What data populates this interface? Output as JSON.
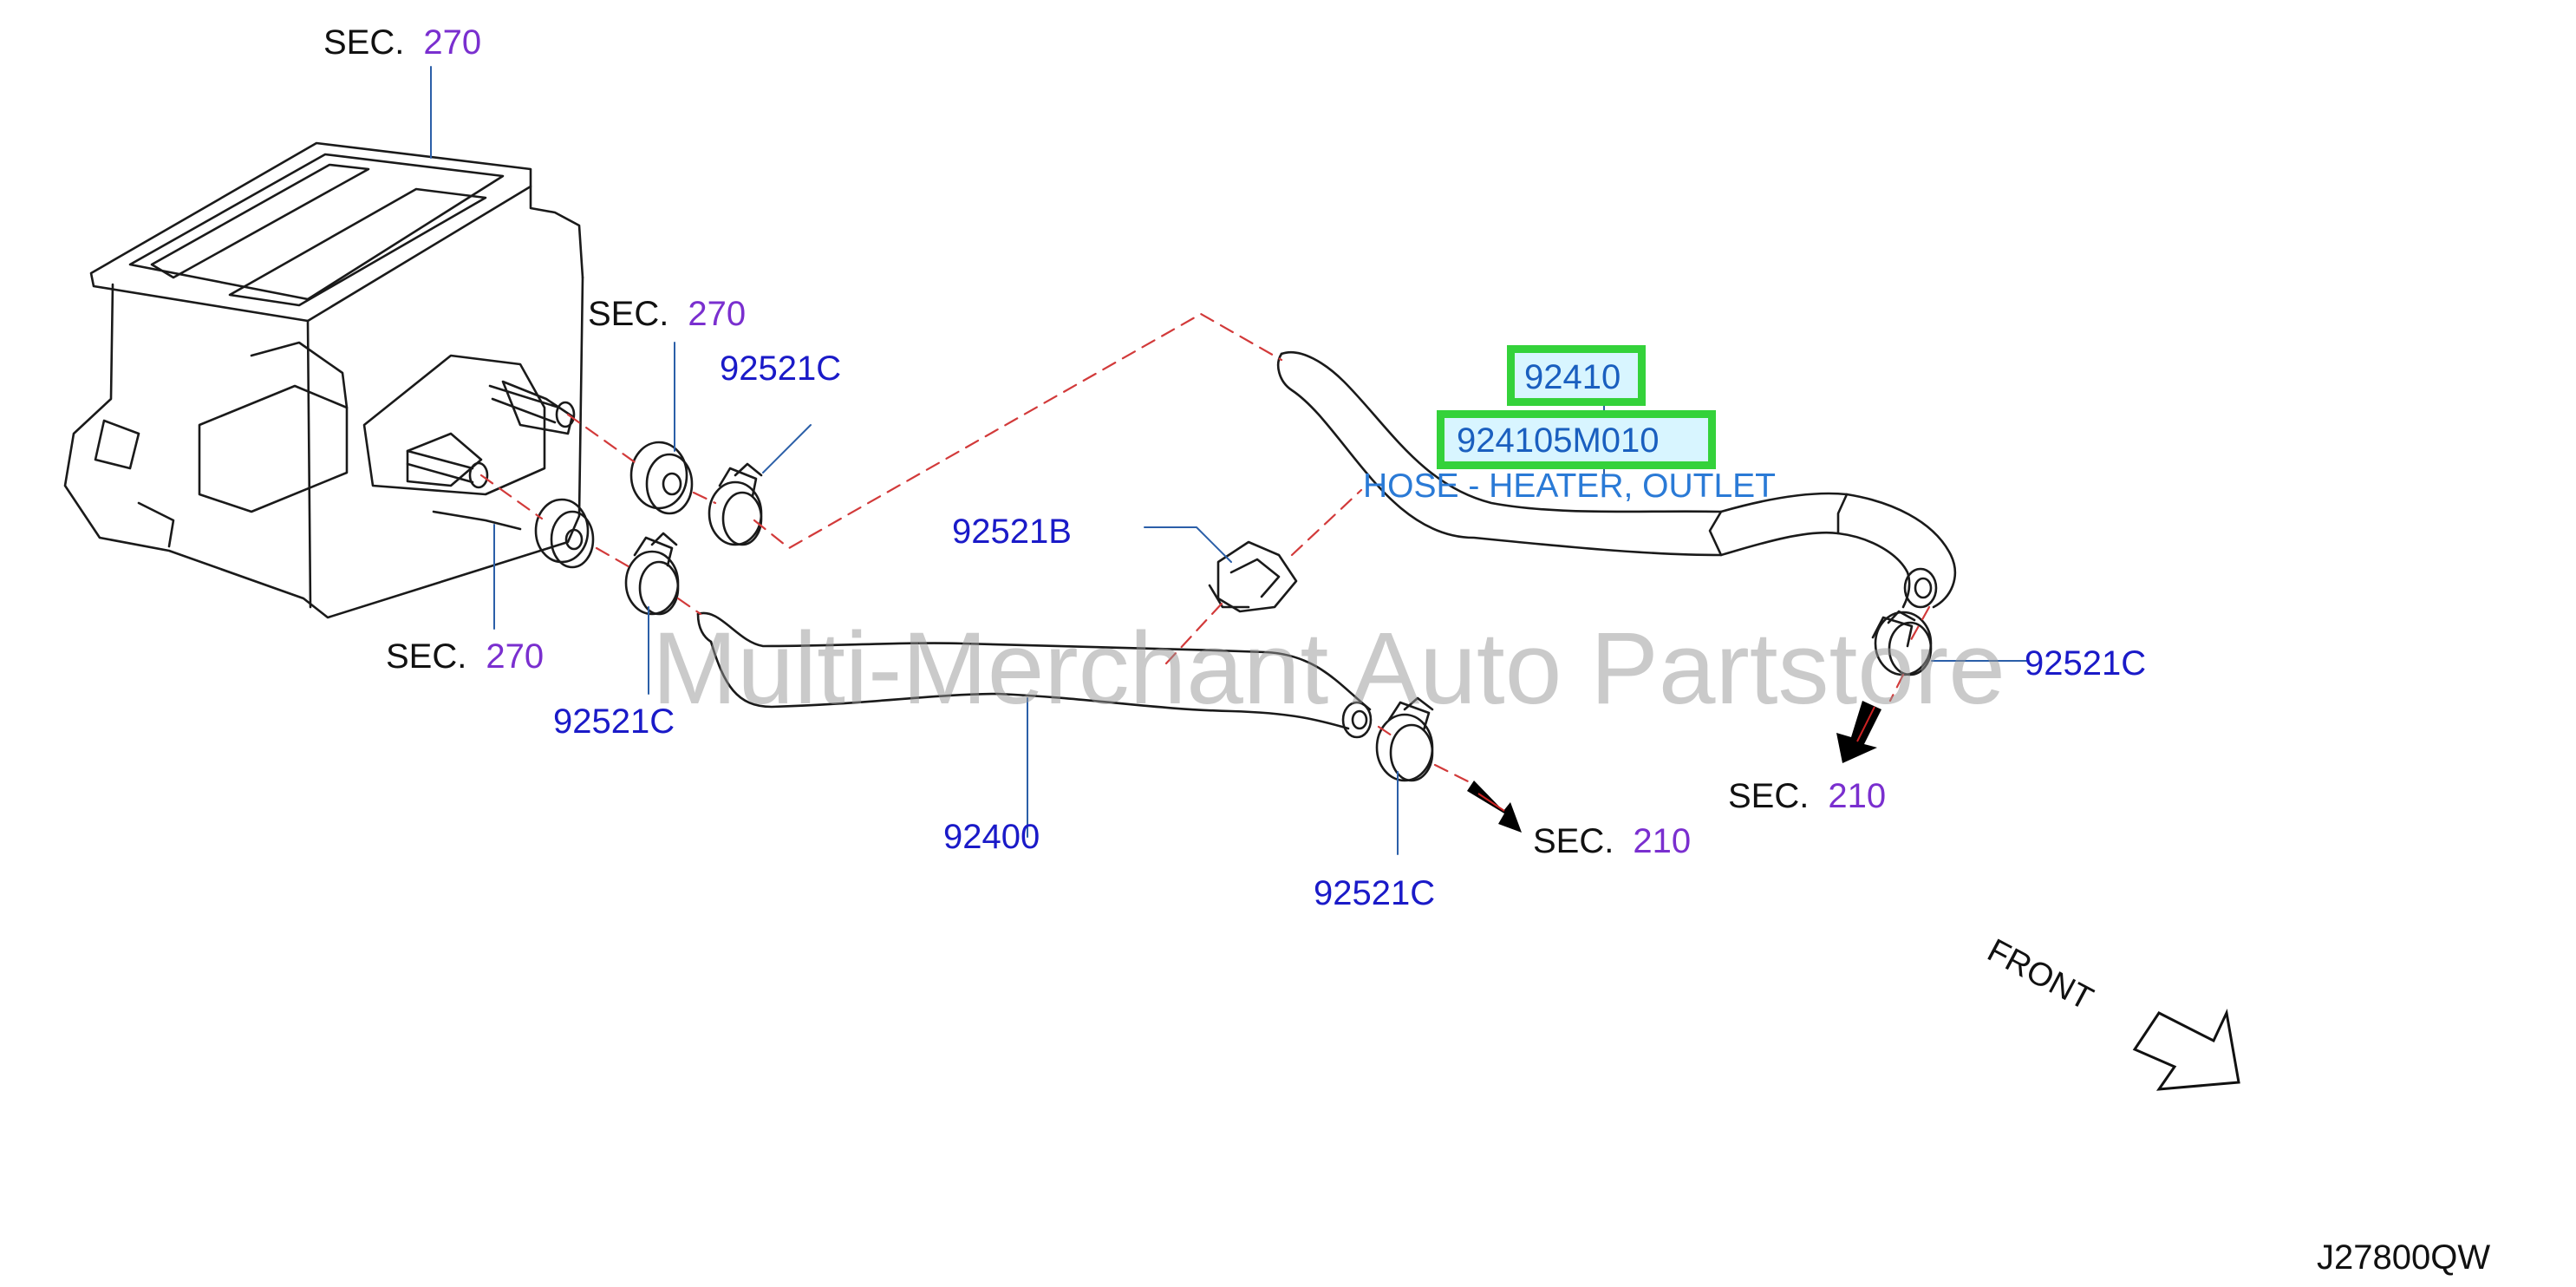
{
  "sections": [
    {
      "word": "SEC.",
      "num": "270"
    },
    {
      "word": "SEC.",
      "num": "270"
    },
    {
      "word": "SEC.",
      "num": "270"
    },
    {
      "word": "SEC.",
      "num": "210"
    },
    {
      "word": "SEC.",
      "num": "210"
    }
  ],
  "parts": {
    "clamp_c": "92521C",
    "clamp_b": "92521B",
    "hose_inlet": "92400",
    "hose_outlet": "92410",
    "hose_outlet_pn": "924105M010",
    "hose_outlet_desc": "HOSE - HEATER, OUTLET"
  },
  "front_label": "FRONT",
  "diagram_code": "J27800QW",
  "watermark": "Multi-Merchant Auto Partstore",
  "colors": {
    "highlight": "#34d23a",
    "part_number": "#1a1ac8",
    "section_number": "#7a2fcf",
    "dashed_line": "#d23a3a"
  }
}
